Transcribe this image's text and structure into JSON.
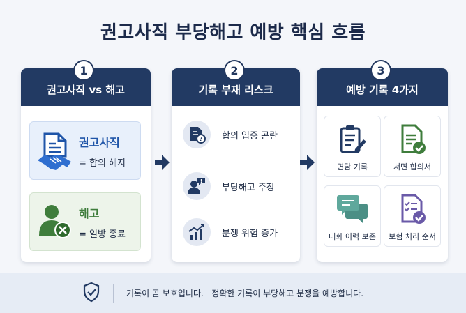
{
  "title": "권고사직 부당해고 예방 핵심 흐름",
  "columns": [
    {
      "number": "1",
      "header": "권고사직 vs 해고",
      "items": [
        {
          "title": "권고사직",
          "subtitle": "= 합의 해지",
          "color": "#1f55a8"
        },
        {
          "title": "해고",
          "subtitle": "= 일방 종료",
          "color": "#3f7d3c"
        }
      ]
    },
    {
      "number": "2",
      "header": "기록 부재 리스크",
      "items": [
        {
          "label": "합의 입증 곤란"
        },
        {
          "label": "부당해고 주장"
        },
        {
          "label": "분쟁 위험 증가"
        }
      ]
    },
    {
      "number": "3",
      "header": "예방 기록 4가지",
      "items": [
        {
          "label": "면담 기록"
        },
        {
          "label": "서면 합의서"
        },
        {
          "label": "대화 이력 보존"
        },
        {
          "label": "보험 처리 순서"
        }
      ]
    }
  ],
  "footer": {
    "text": "기록이 곧 보호입니다.   정확한 기록이 부당해고 분쟁을 예방합니다."
  },
  "colors": {
    "navy": "#223a63",
    "blue_box": "#e8f0fb",
    "green_box": "#edf4ea",
    "green": "#3f7d3c",
    "blue": "#1f55a8"
  }
}
